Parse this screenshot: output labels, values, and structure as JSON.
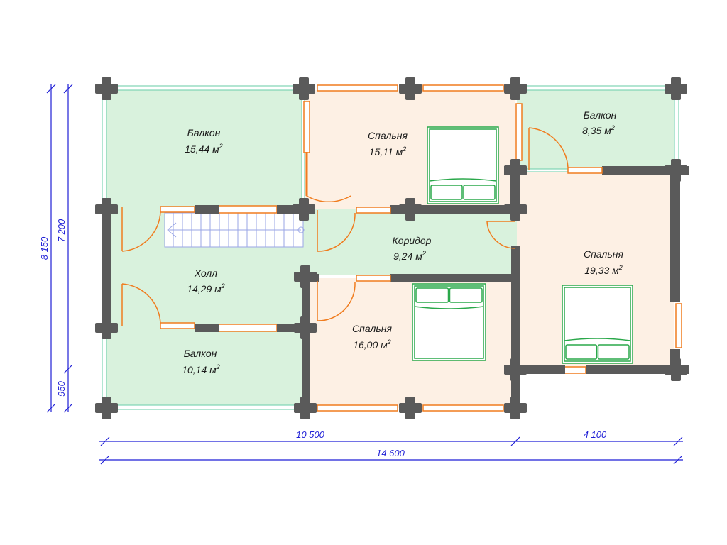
{
  "rooms": {
    "balcony_nw": {
      "name": "Балкон",
      "area": "15,44 м",
      "unit_exp": "2"
    },
    "bedroom_n": {
      "name": "Спальня",
      "area": "15,11 м",
      "unit_exp": "2"
    },
    "balcony_ne": {
      "name": "Балкон",
      "area": "8,35 м",
      "unit_exp": "2"
    },
    "corridor": {
      "name": "Коридор",
      "area": "9,24 м",
      "unit_exp": "2"
    },
    "hall": {
      "name": "Холл",
      "area": "14,29 м",
      "unit_exp": "2"
    },
    "bedroom_e": {
      "name": "Спальня",
      "area": "19,33 м",
      "unit_exp": "2"
    },
    "bedroom_s": {
      "name": "Спальня",
      "area": "16,00 м",
      "unit_exp": "2"
    },
    "balcony_sw": {
      "name": "Балкон",
      "area": "10,14 м",
      "unit_exp": "2"
    }
  },
  "dimensions": {
    "left_total": "8 150",
    "left_main": "7 200",
    "left_small": "950",
    "bottom_main": "10 500",
    "bottom_right": "4 100",
    "bottom_total": "14 600"
  },
  "colors": {
    "balcony_fill": "#d9f2dd",
    "bedroom_fill": "#fdf0e4",
    "wall": "#5a5a5a",
    "door": "#f07c1e",
    "window_frame": "#f07c1e",
    "glass": "#7fd4b4",
    "bed": "#2aa84a",
    "stairs": "#9aa6e6",
    "dimension": "#1f1fd6"
  }
}
